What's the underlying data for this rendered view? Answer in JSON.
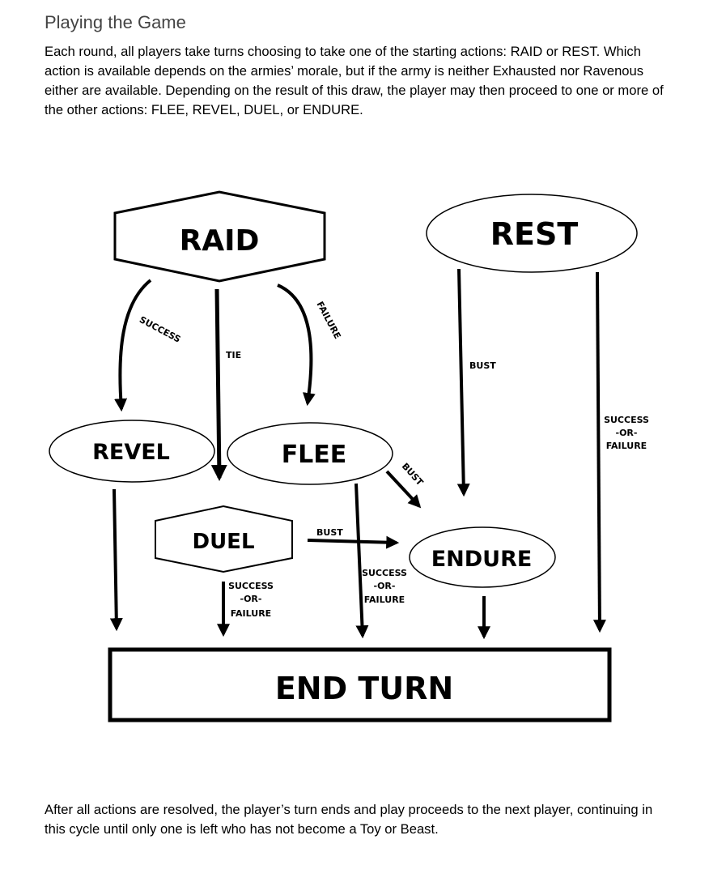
{
  "heading": "Playing the Game",
  "intro": "Each round, all players take turns choosing to take one of the starting actions: RAID or REST. Which action is available depends on the armies’ morale, but if the army is neither Exhausted nor Ravenous either are available. Depending on the result of this draw, the player may then proceed to one or more of the other actions: FLEE, REVEL, DUEL, or ENDURE.",
  "outro": "After all actions are resolved, the player’s turn ends and play proceeds to the next player, continuing in this cycle until only one is left who has not become a Toy or Beast.",
  "diagram": {
    "nodes": {
      "raid": "RAID",
      "rest": "REST",
      "revel": "REVEL",
      "flee": "FLEE",
      "duel": "DUEL",
      "endure": "ENDURE",
      "end_turn": "END TURN"
    },
    "labels": {
      "success": "SUCCESS",
      "tie": "TIE",
      "failure": "FAILURE",
      "bust_rest": "BUST",
      "bust_flee": "BUST",
      "bust_duel": "BUST",
      "rest_sof_1": "SUCCESS",
      "rest_sof_2": "-OR-",
      "rest_sof_3": "FAILURE",
      "duel_sof_1": "SUCCESS",
      "duel_sof_2": "-OR-",
      "duel_sof_3": "FAILURE",
      "flee_sof_1": "SUCCESS",
      "flee_sof_2": "-OR-",
      "flee_sof_3": "FAILURE"
    }
  }
}
